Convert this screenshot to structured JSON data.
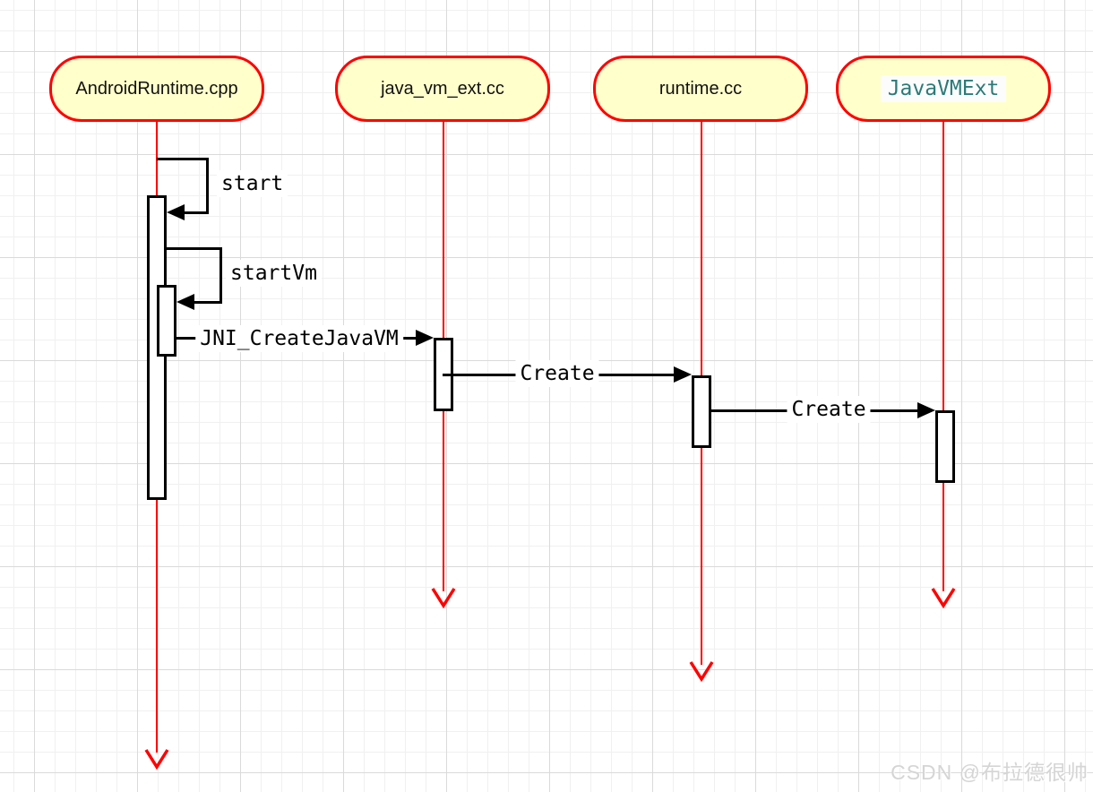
{
  "diagram": {
    "type": "uml-sequence",
    "participants": [
      {
        "label": "AndroidRuntime.cpp",
        "style": "plain"
      },
      {
        "label": "java_vm_ext.cc",
        "style": "plain"
      },
      {
        "label": "runtime.cc",
        "style": "plain"
      },
      {
        "label": "JavaVMExt",
        "style": "code-highlight"
      }
    ],
    "messages": [
      {
        "label": "start",
        "kind": "self-call",
        "from": "AndroidRuntime.cpp",
        "to": "AndroidRuntime.cpp"
      },
      {
        "label": "startVm",
        "kind": "self-call",
        "from": "AndroidRuntime.cpp",
        "to": "AndroidRuntime.cpp"
      },
      {
        "label": "JNI_CreateJavaVM",
        "kind": "call",
        "from": "AndroidRuntime.cpp",
        "to": "java_vm_ext.cc"
      },
      {
        "label": "Create",
        "kind": "call",
        "from": "java_vm_ext.cc",
        "to": "runtime.cc"
      },
      {
        "label": "Create",
        "kind": "call",
        "from": "runtime.cc",
        "to": "JavaVMExt"
      }
    ],
    "colors": {
      "participant_fill": "#FFFFCC",
      "participant_border": "#FF0000",
      "lifeline": "#FF0000",
      "message_line": "#000000",
      "code_text_color": "#2B7A78"
    }
  },
  "watermark": {
    "text": "CSDN @布拉德很帅"
  }
}
